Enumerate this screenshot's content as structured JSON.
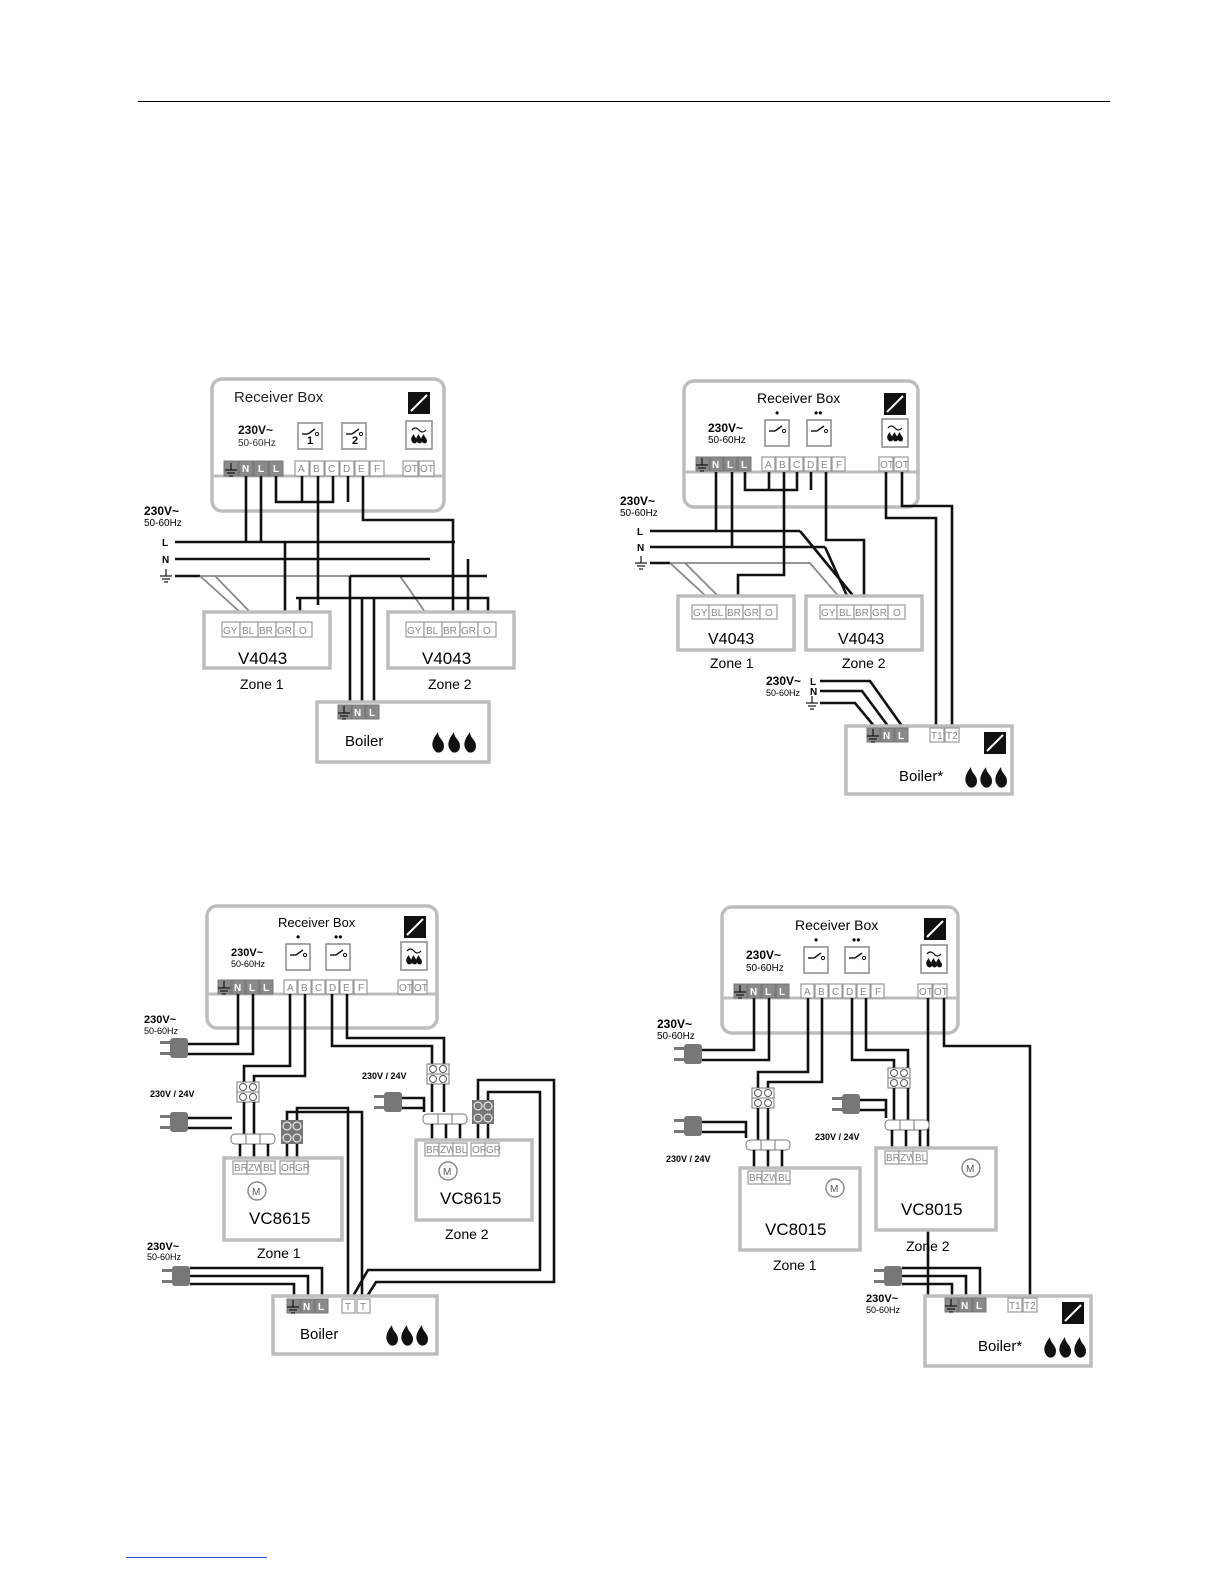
{
  "labels": {
    "receiver_box": "Receiver Box",
    "supply": "230V~",
    "freq": "50-60Hz",
    "supply_24": "230V / 24V",
    "boiler": "Boiler",
    "boiler_star": "Boiler*",
    "zone1": "Zone 1",
    "zone2": "Zone 2",
    "relay1": "1",
    "relay2": "2",
    "dot1": "•",
    "dot2": "••",
    "line_L": "L",
    "line_N": "N"
  },
  "valves": {
    "v4043": "V4043",
    "vc8615": "VC8615",
    "vc8015": "VC8015",
    "motor": "M"
  },
  "terminals": {
    "receiver_power": [
      "N",
      "L",
      "L"
    ],
    "receiver_relay": [
      "A",
      "B",
      "C",
      "D",
      "E",
      "F"
    ],
    "receiver_ot": [
      "OT",
      "OT"
    ],
    "boiler_power": [
      "N",
      "L"
    ],
    "boiler_t": [
      "T",
      "T"
    ],
    "boiler_t12": [
      "T1",
      "T2"
    ],
    "v4043": [
      "GY",
      "BL",
      "BR",
      "GR",
      "O"
    ],
    "vc8615": [
      "BR",
      "ZW",
      "BL",
      "OR",
      "GR"
    ],
    "vc8015": [
      "BR",
      "ZW",
      "BL"
    ]
  },
  "colors": {
    "wire": "#111111",
    "frame": "#bdbdbd",
    "terminal_dark": "#8a8a8a"
  },
  "icons": [
    "relay-switch-icon",
    "opentherm-icon",
    "flame-icon",
    "earth-icon",
    "plug-icon",
    "motor-icon",
    "brand-logo-icon"
  ]
}
